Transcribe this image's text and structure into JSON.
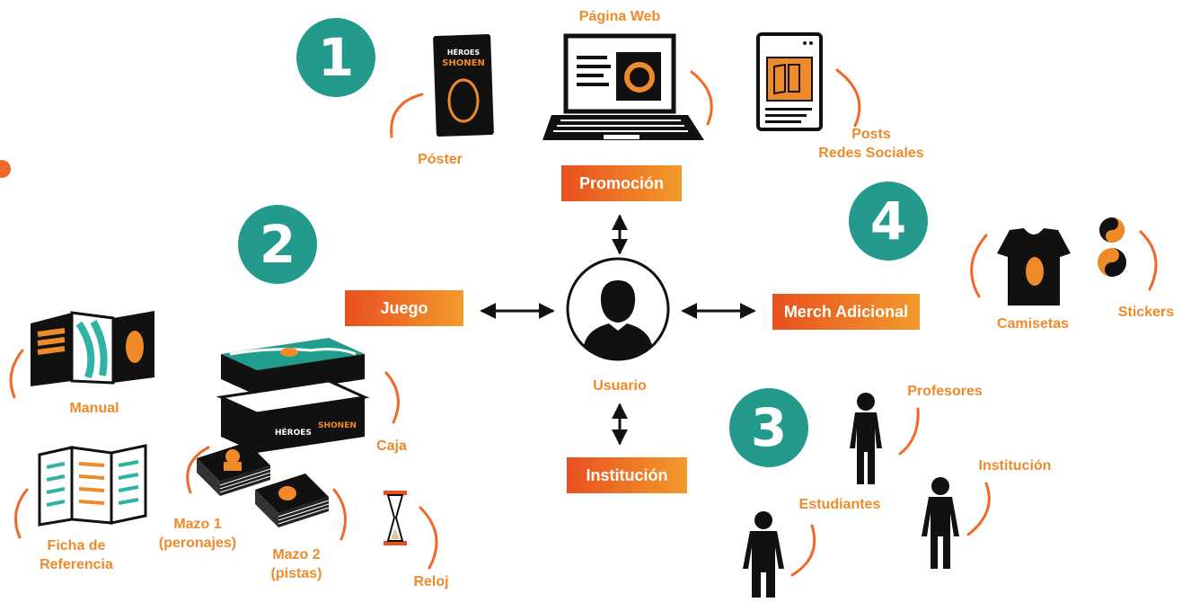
{
  "colors": {
    "orange": "#ef8a2a",
    "teal": "#239a8c",
    "black": "#111111",
    "gradient_start": "#e8501f",
    "gradient_end": "#f39a2b"
  },
  "steps": {
    "one": "1",
    "two": "2",
    "three": "3",
    "four": "4"
  },
  "center": {
    "user_label": "Usuario"
  },
  "boxes": {
    "promotion": "Promoción",
    "game": "Juego",
    "merch": "Merch Adicional",
    "institution": "Institución"
  },
  "promotion_items": {
    "poster": "Póster",
    "web": "Página Web",
    "posts": "Posts\nRedes Sociales"
  },
  "game_items": {
    "manual": "Manual",
    "reference": "Ficha de\nReferencia",
    "box": "Caja",
    "deck1": "Mazo 1\n(peronajes)",
    "deck2": "Mazo 2\n(pistas)",
    "clock": "Reloj"
  },
  "institution_items": {
    "teachers": "Profesores",
    "institution": "Institución",
    "students": "Estudiantes"
  },
  "merch_items": {
    "shirts": "Camisetas",
    "stickers": "Stickers"
  },
  "icons": [
    "user-icon",
    "poster-icon",
    "laptop-icon",
    "phone-icon",
    "manual-icon",
    "reference-sheet-icon",
    "game-box-icon",
    "card-deck-icon",
    "hourglass-icon",
    "person-icon",
    "tshirt-icon",
    "sticker-icon"
  ]
}
